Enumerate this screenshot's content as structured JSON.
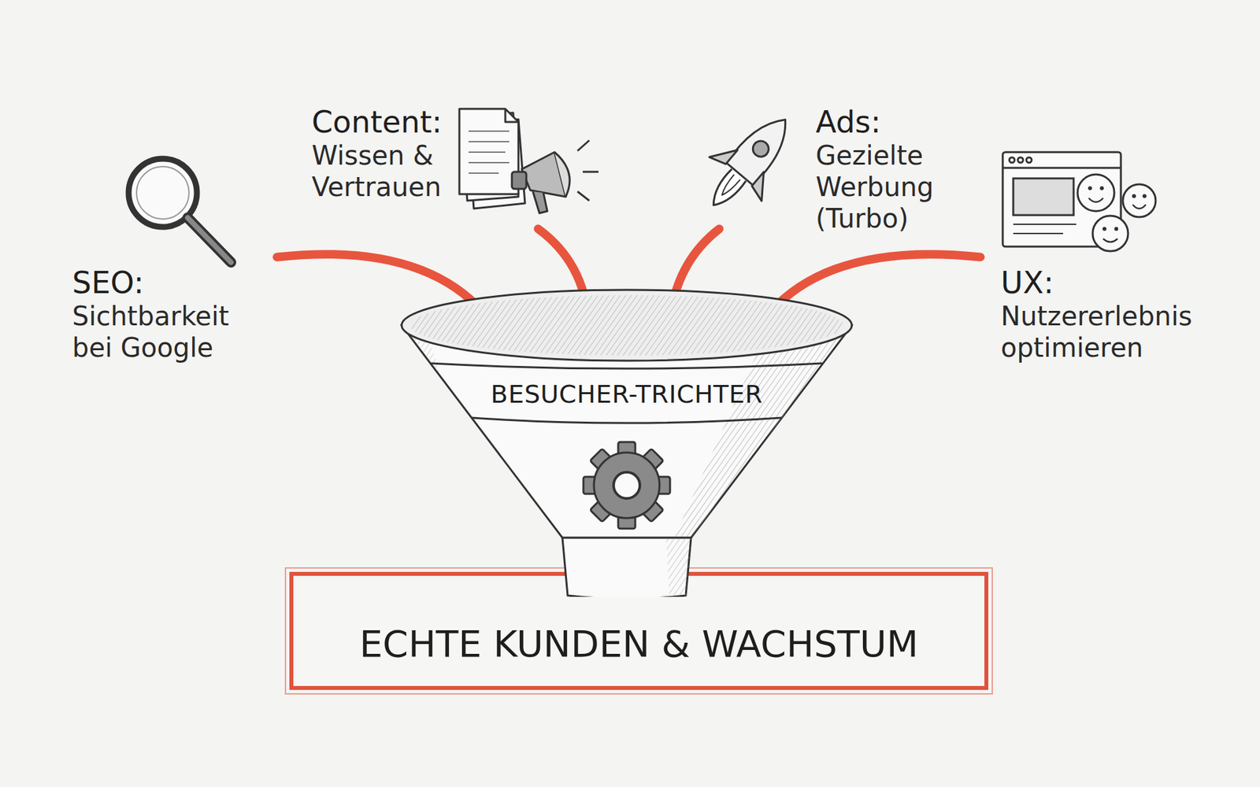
{
  "diagram": {
    "nodes": [
      {
        "text": [
          "SEO:",
          "Sichtbarkeit bei Google"
        ]
      },
      {
        "text": [
          "Content:",
          "Wissen & Vertrauen"
        ]
      },
      {
        "text": [
          "Ads:",
          "Gezielte Werbung (Turbo)"
        ]
      },
      {
        "text": [
          "UX:",
          "Nutzererlebnis optimieren"
        ]
      },
      {
        "text": [
          "BESUCHER-TRICHTER"
        ]
      },
      {
        "text": [
          "ECHTE KUNDEN & WACHSTUM"
        ]
      }
    ],
    "edges": [
      {
        "from": 0,
        "to": 4,
        "arrow": "to"
      },
      {
        "from": 1,
        "to": 4,
        "arrow": "to"
      },
      {
        "from": 2,
        "to": 4,
        "arrow": "to"
      },
      {
        "from": 3,
        "to": 4,
        "arrow": "to"
      }
    ]
  }
}
